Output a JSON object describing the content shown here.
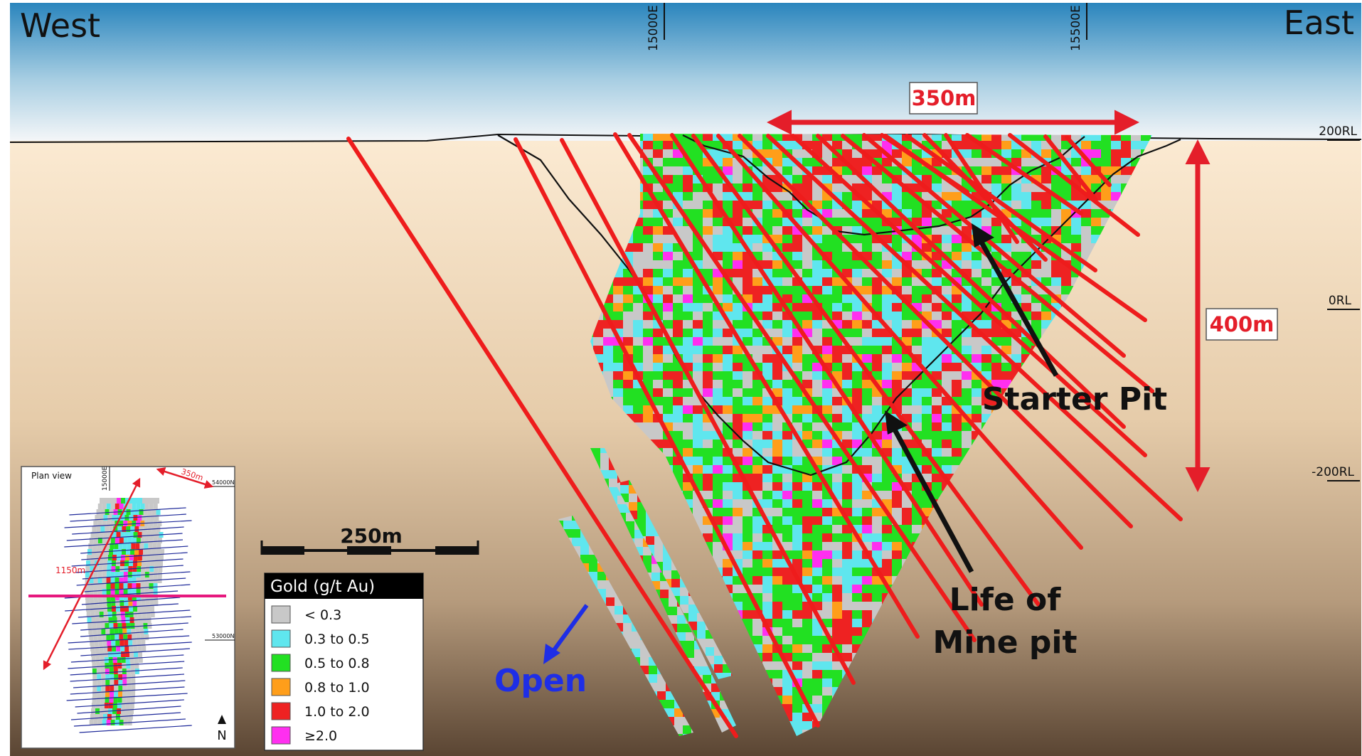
{
  "section": {
    "west_label": "West",
    "east_label": "East",
    "easting_labels": [
      "15000E",
      "15500E"
    ],
    "rl_labels": [
      "200RL",
      "0RL",
      "-200RL"
    ],
    "width_dimension": "350m",
    "depth_dimension": "400m",
    "scale_bar_label": "250m",
    "open_label": "Open",
    "starter_pit_label": "Starter Pit",
    "life_of_mine_label_line1": "Life of",
    "life_of_mine_label_line2": "Mine pit"
  },
  "legend": {
    "title": "Gold (g/t Au)",
    "items": [
      {
        "label": "< 0.3",
        "color": "#c8c8c8"
      },
      {
        "label": "0.3 to 0.5",
        "color": "#5fe6ee"
      },
      {
        "label": "0.5 to 0.8",
        "color": "#22e022"
      },
      {
        "label": "0.8 to 1.0",
        "color": "#ff9e1a"
      },
      {
        "label": "1.0 to 2.0",
        "color": "#ee2222"
      },
      {
        "label": "≥2.0",
        "color": "#ff2ff0"
      }
    ]
  },
  "inset": {
    "title": "Plan view",
    "easting_label": "15000E",
    "width_label": "350m",
    "length_label": "1150m",
    "northing_labels": [
      "54000N",
      "53000N"
    ],
    "north_label": "N"
  },
  "colors": {
    "drill_trace": "#ee1c1c",
    "dimension": "#e41e2a",
    "open_label": "#1e2ee6",
    "pit_outline": "#111111"
  }
}
